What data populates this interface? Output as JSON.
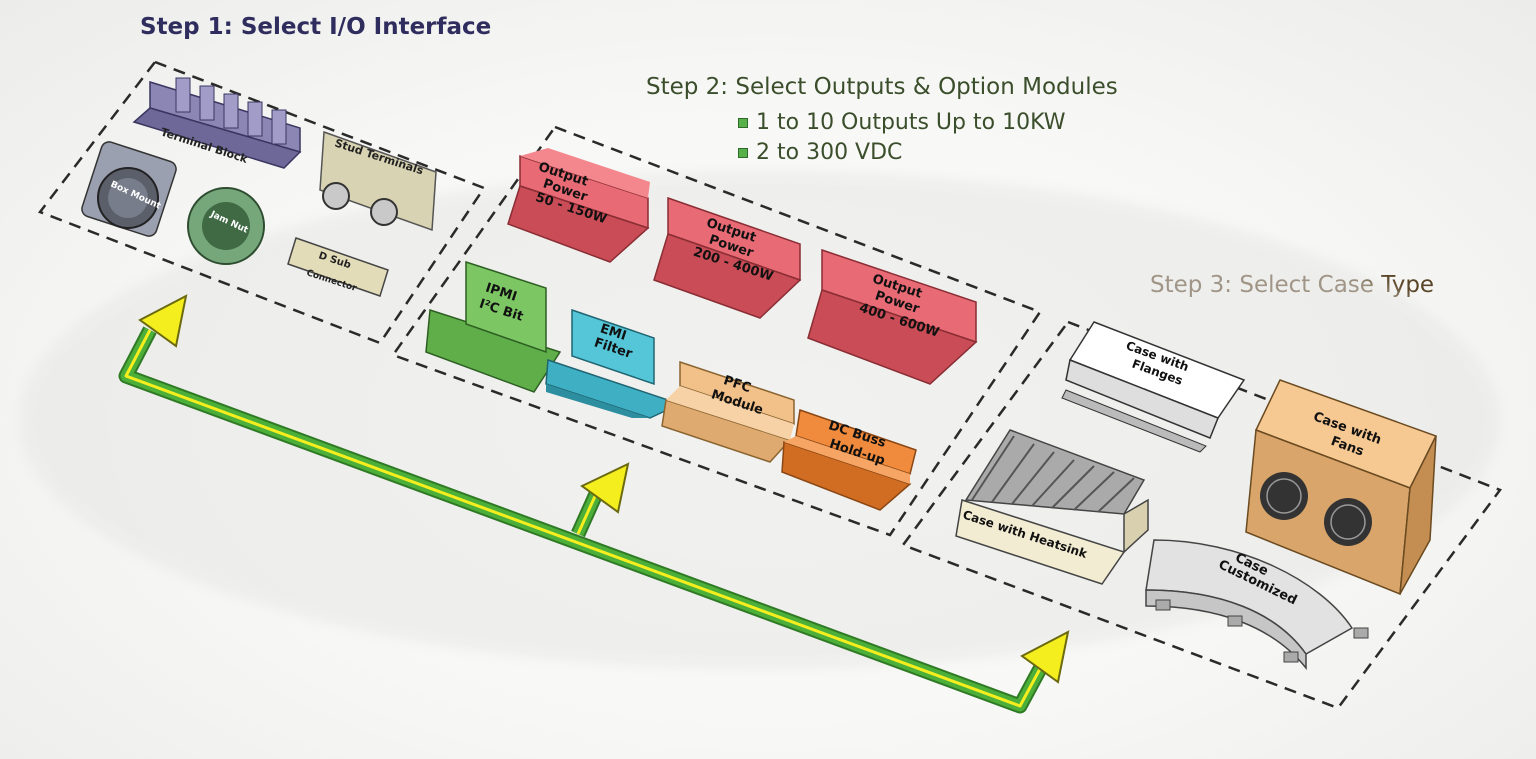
{
  "steps": {
    "step1": "Step 1: Select I/O Interface",
    "step2": "Step 2: Select Outputs & Option Modules",
    "step2_bullets": [
      "1 to 10 Outputs Up to 10KW",
      "2 to 300 VDC"
    ],
    "step3": "Step 3: Select Case Type"
  },
  "io_parts": {
    "terminal_block": "Terminal Block",
    "stud_terminals": "Stud Terminals",
    "box_mount": "Box Mount",
    "jam_nut": "Jam Nut",
    "d_sub": [
      "D Sub",
      "Connector"
    ]
  },
  "modules": {
    "power1": [
      "Output",
      "Power",
      "50 - 150W"
    ],
    "power2": [
      "Output",
      "Power",
      "200 - 400W"
    ],
    "power3": [
      "Output",
      "Power",
      "400 - 600W"
    ],
    "ipmi": [
      "IPMI",
      "I²C Bit"
    ],
    "emi": [
      "EMI",
      "Filter"
    ],
    "pfc": [
      "PFC",
      "Module"
    ],
    "dcbuss": [
      "DC Buss",
      "Hold-up"
    ]
  },
  "cases": {
    "flanges": [
      "Case with",
      "Flanges"
    ],
    "heatsink": "Case with Heatsink",
    "fans": [
      "Case with",
      "Fans"
    ],
    "customized": [
      "Case",
      "Customized"
    ]
  },
  "colors": {
    "power": "#f0707a",
    "ipmi": "#7cc663",
    "emi": "#54c6d8",
    "pfc": "#f2c089",
    "dcbuss": "#f08a3c",
    "arrow_green": "#4caf3a",
    "arrow_yellow": "#f5ee1e"
  }
}
